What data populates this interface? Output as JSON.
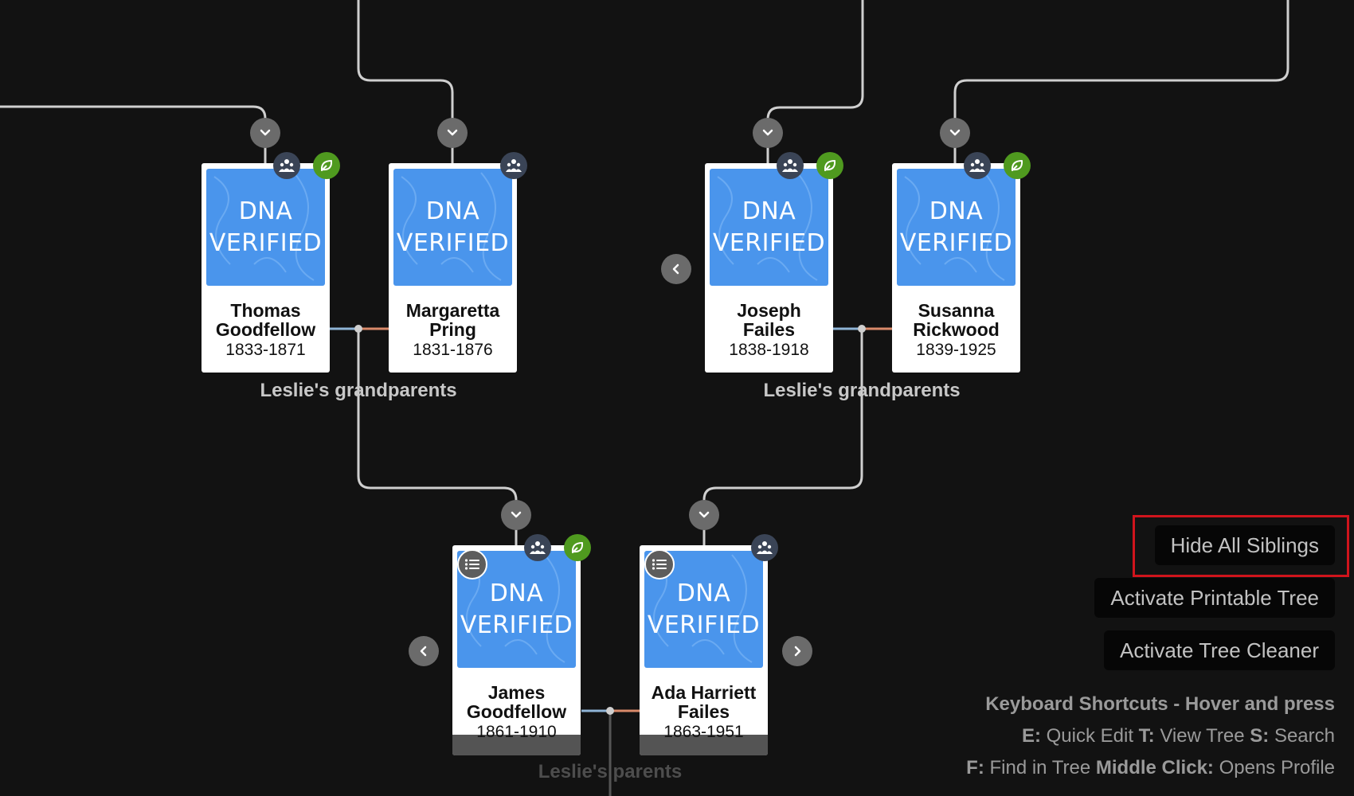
{
  "people": {
    "thomas": {
      "name_first": "Thomas",
      "name_last": "Goodfellow",
      "dates": "1833-1871",
      "photo_line1": "DNA",
      "photo_line2": "VERIFIED"
    },
    "margaretta": {
      "name_first": "Margaretta",
      "name_last": "Pring",
      "dates": "1831-1876",
      "photo_line1": "DNA",
      "photo_line2": "VERIFIED"
    },
    "joseph": {
      "name_first": "Joseph",
      "name_last": "Failes",
      "dates": "1838-1918",
      "photo_line1": "DNA",
      "photo_line2": "VERIFIED"
    },
    "susanna": {
      "name_first": "Susanna",
      "name_last": "Rickwood",
      "dates": "1839-1925",
      "photo_line1": "DNA",
      "photo_line2": "VERIFIED"
    },
    "james": {
      "name_first": "James",
      "name_last": "Goodfellow",
      "dates": "1861-1910",
      "photo_line1": "DNA",
      "photo_line2": "VERIFIED"
    },
    "ada": {
      "name_first": "Ada Harriett",
      "name_last": "Failes",
      "dates": "1863-1951",
      "photo_line1": "DNA",
      "photo_line2": "VERIFIED"
    }
  },
  "group_labels": {
    "left_grandparents": "Leslie's grandparents",
    "right_grandparents": "Leslie's grandparents",
    "parents": "Leslie's parents"
  },
  "menu": {
    "hide_siblings": "Hide All Siblings",
    "printable_tree": "Activate Printable Tree",
    "tree_cleaner": "Activate Tree Cleaner"
  },
  "shortcuts": {
    "title": "Keyboard Shortcuts - Hover and press",
    "e_key": "E:",
    "e_action": "Quick Edit",
    "t_key": "T:",
    "t_action": "View Tree",
    "s_key": "S:",
    "s_action": "Search",
    "f_key": "F:",
    "f_action": "Find in Tree",
    "mid_key": "Middle Click:",
    "mid_action": "Opens Profile"
  },
  "colors": {
    "background": "#121212",
    "dna_photo": "#4a95ec",
    "connector": "#cfcfcf",
    "father_line": "#8fb4d6",
    "mother_line": "#d98a6a",
    "leaf_badge": "#4f9a1f",
    "family_badge": "#3a4456",
    "highlight": "#d0141c"
  }
}
